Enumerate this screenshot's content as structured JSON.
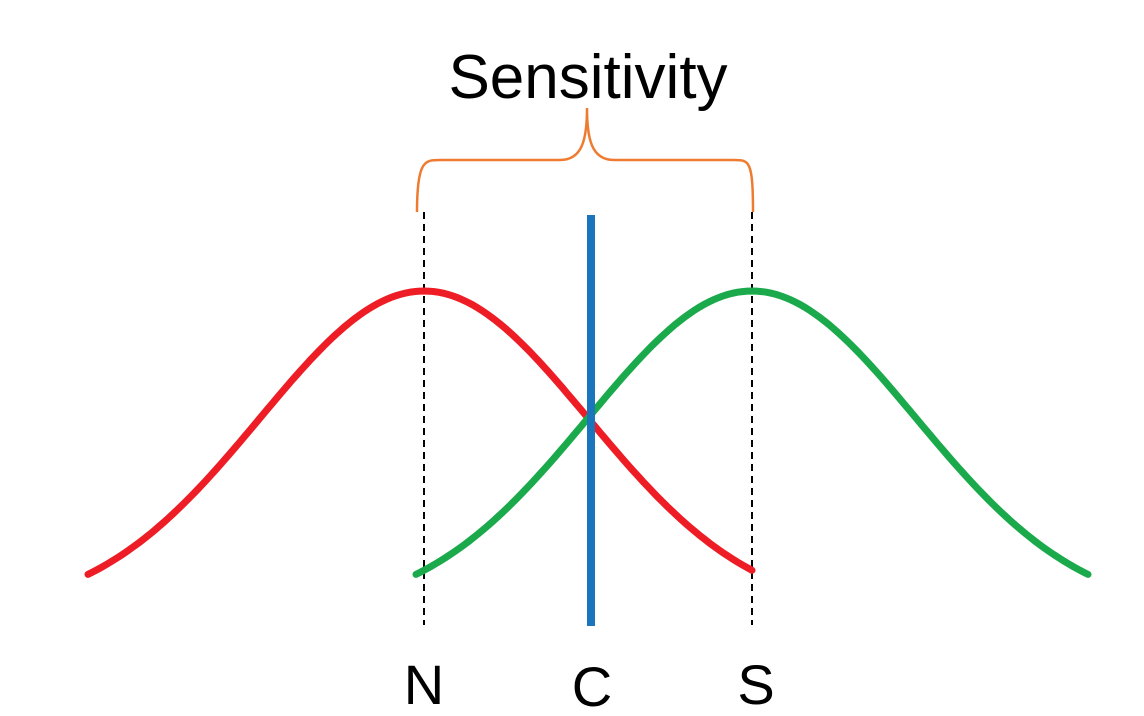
{
  "title": "Sensitivity",
  "labels": {
    "noise_mean": "N",
    "criterion": "C",
    "signal_mean": "S"
  },
  "colors": {
    "noise_curve": "#ee1c25",
    "signal_curve": "#1aaa4b",
    "criterion_line": "#1b75bc",
    "brace": "#ee7b30",
    "dashed_guides": "#000000"
  },
  "curves": {
    "noise": {
      "mean": 0,
      "sd": 1
    },
    "signal": {
      "mean": 2,
      "sd": 1
    },
    "criterion": 1
  }
}
